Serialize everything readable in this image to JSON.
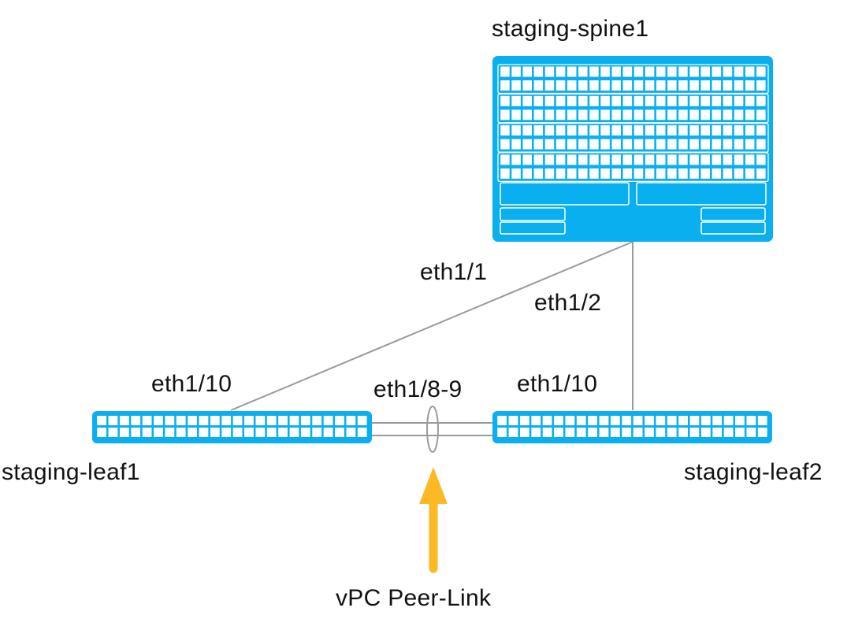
{
  "colors": {
    "switch_fill": "#0AAFEF",
    "port_fill": "#ffffff",
    "link_color": "#9a9a9a",
    "arrow_color": "#FDB924",
    "text_color": "#111111"
  },
  "devices": {
    "spine": {
      "name": "staging-spine1",
      "type": "spine",
      "line_cards": 4,
      "rows_per_card": 2,
      "ports_per_row": 24
    },
    "leaf1": {
      "name": "staging-leaf1",
      "type": "leaf",
      "rows": 2,
      "ports_per_row": 24
    },
    "leaf2": {
      "name": "staging-leaf2",
      "type": "leaf",
      "rows": 2,
      "ports_per_row": 24
    }
  },
  "links": {
    "spine_to_leaf1": {
      "spine_port": "eth1/1",
      "leaf_port": "eth1/10"
    },
    "spine_to_leaf2": {
      "spine_port": "eth1/2",
      "leaf_port": "eth1/10"
    },
    "peer_link": {
      "ports": "eth1/8-9",
      "label": "vPC Peer-Link",
      "icon": "arrow-up-icon"
    }
  }
}
